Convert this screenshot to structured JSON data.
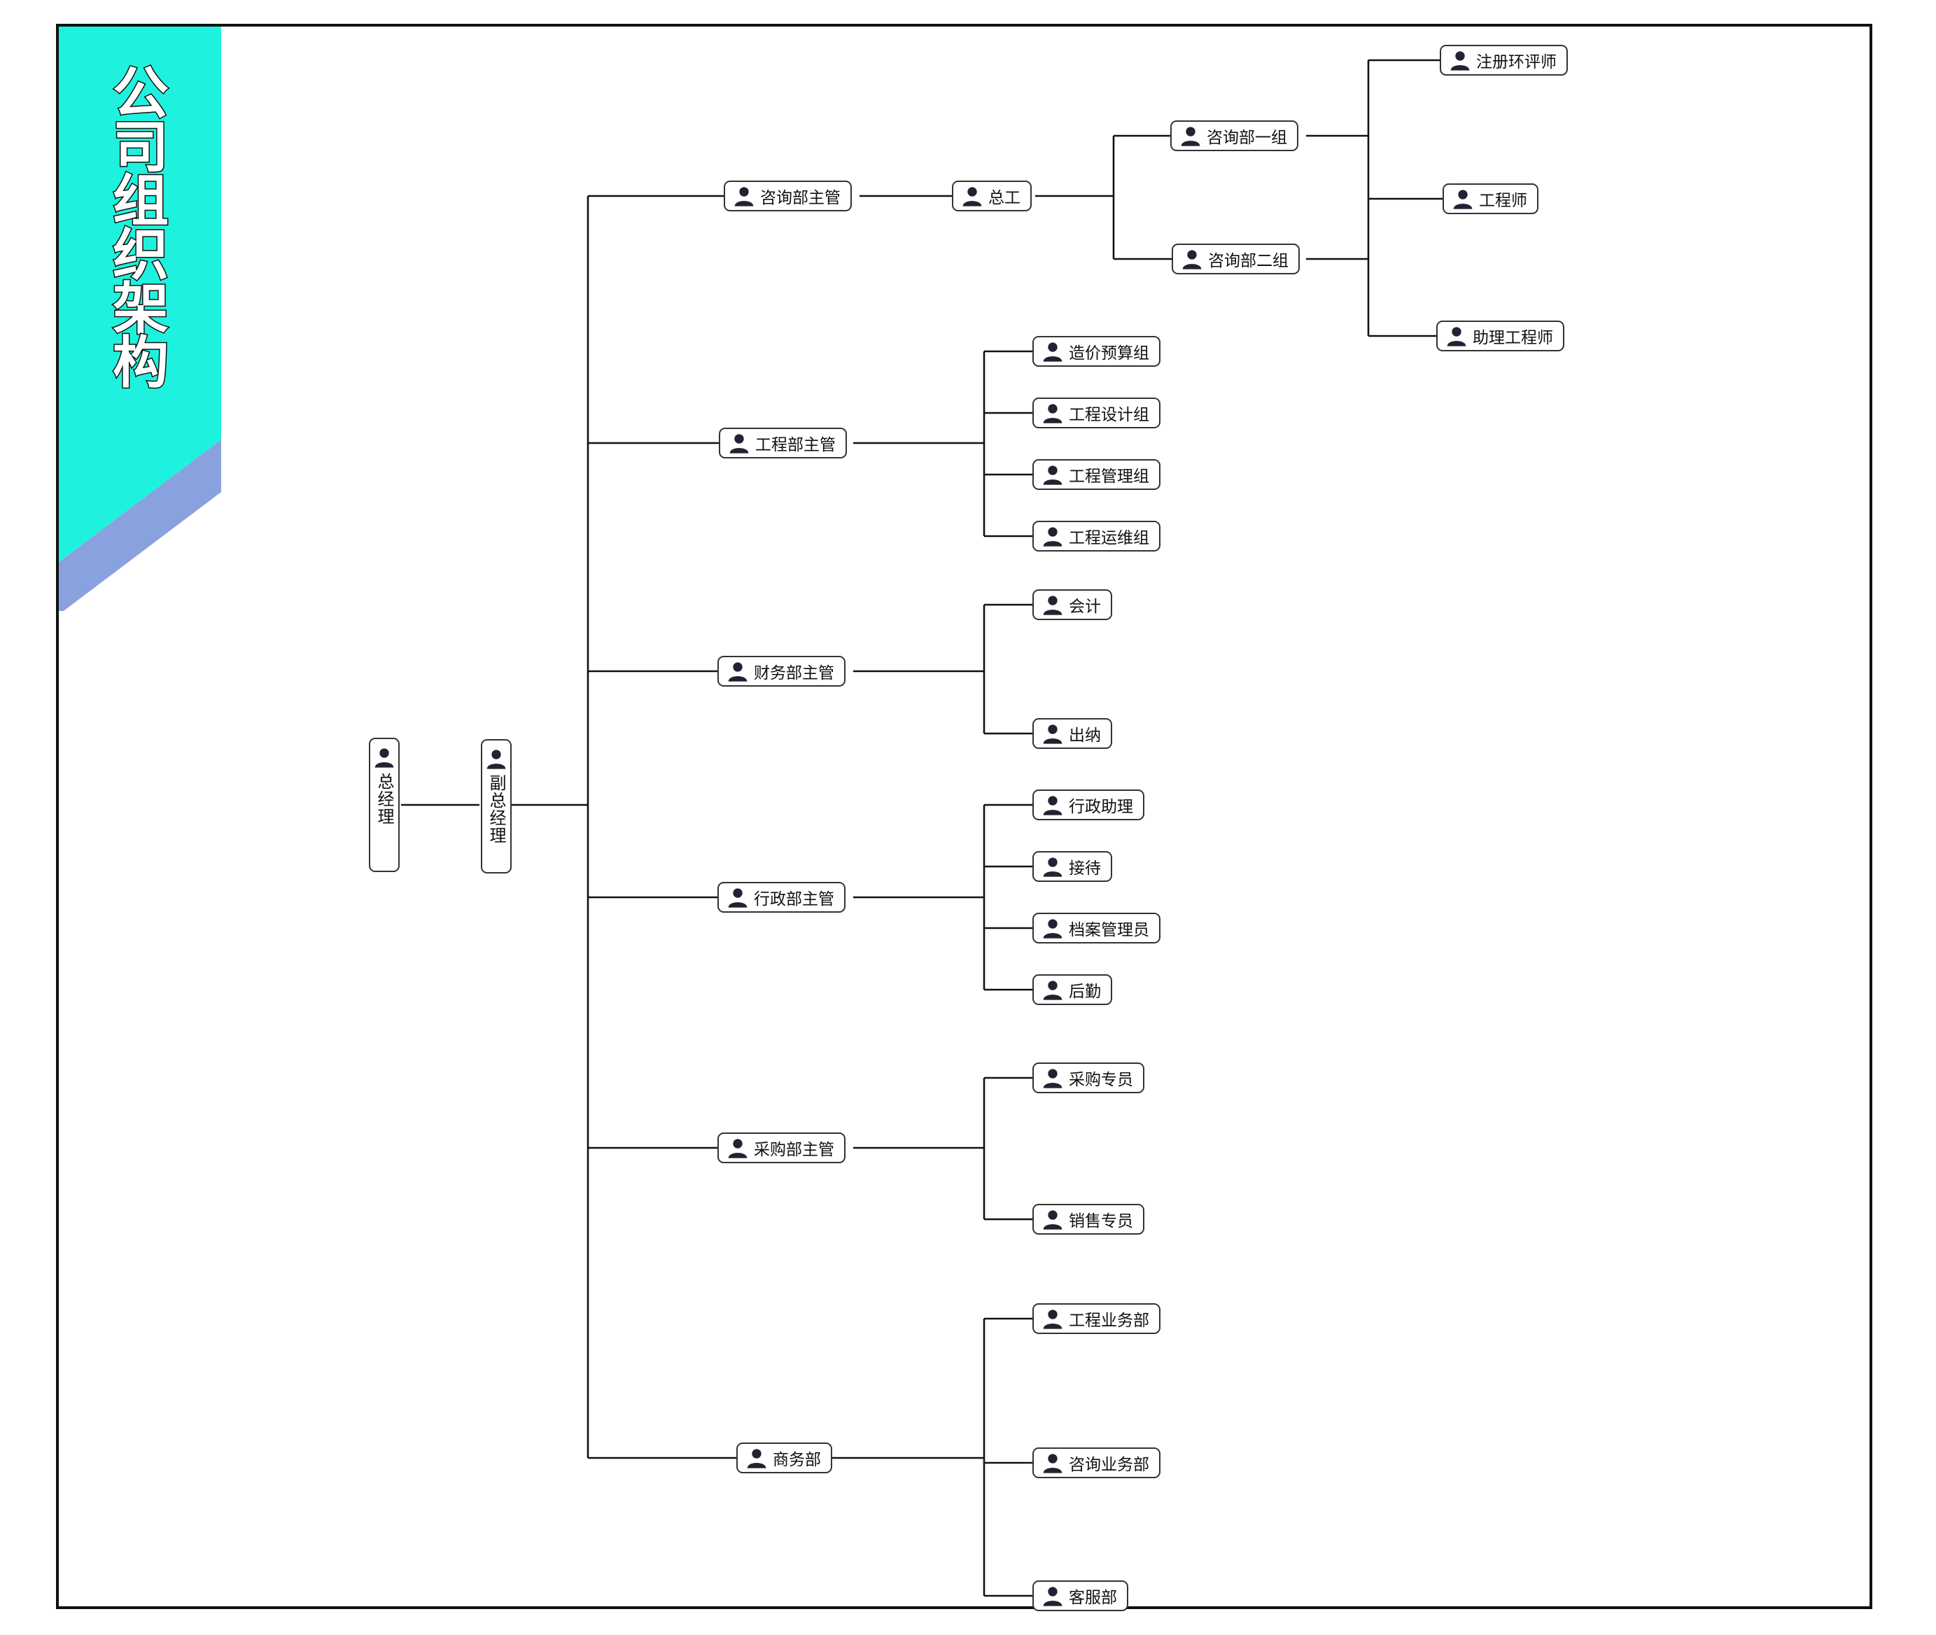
{
  "title": "公司组织架构",
  "colors": {
    "banner": "#1ef2de",
    "banner_accent": "#8aa1e0",
    "line": "#111111",
    "icon": "#222233"
  },
  "root": {
    "gm": "总经理",
    "deputy": "副总经理",
    "consulting": {
      "head": "咨询部主管",
      "chief": "总工",
      "group1": "咨询部一组",
      "group2": "咨询部二组",
      "roles": [
        "注册环评师",
        "工程师",
        "助理工程师"
      ]
    },
    "engineering": {
      "head": "工程部主管",
      "children": [
        "造价预算组",
        "工程设计组",
        "工程管理组",
        "工程运维组"
      ]
    },
    "finance": {
      "head": "财务部主管",
      "children": [
        "会计",
        "出纳"
      ]
    },
    "admin": {
      "head": "行政部主管",
      "children": [
        "行政助理",
        "接待",
        "档案管理员",
        "后勤"
      ]
    },
    "purchasing": {
      "head": "采购部主管",
      "children": [
        "采购专员",
        "销售专员"
      ]
    },
    "business": {
      "head": "商务部",
      "children": [
        "工程业务部",
        "咨询业务部",
        "客服部"
      ]
    }
  }
}
